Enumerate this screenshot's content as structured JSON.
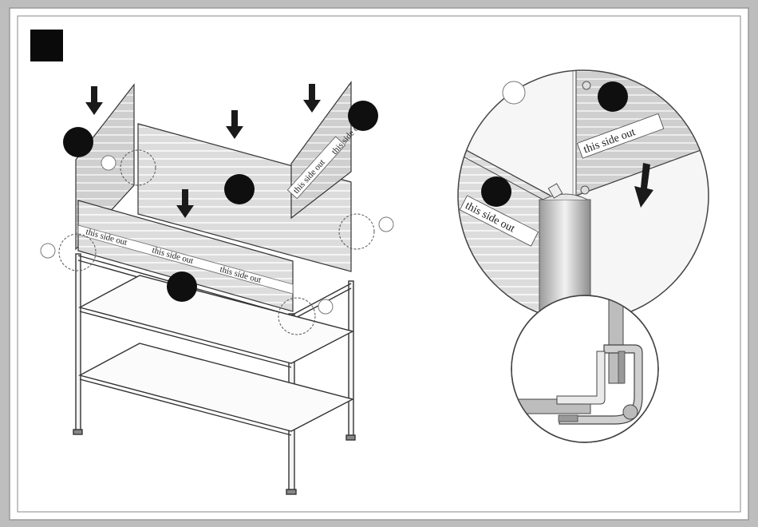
{
  "panel_labels": {
    "left_side": "this side out",
    "right_side": "this side out",
    "front_1": "this side out",
    "front_2": "this side out",
    "front_3": "this side out",
    "detail_left": "this side out",
    "detail_right": "this side out"
  },
  "colors": {
    "frame_bg": "#bdbdbd",
    "page_bg": "#ffffff",
    "badge": "#111111",
    "panel_fill": "#d9d9d9",
    "arrow": "#222222"
  }
}
